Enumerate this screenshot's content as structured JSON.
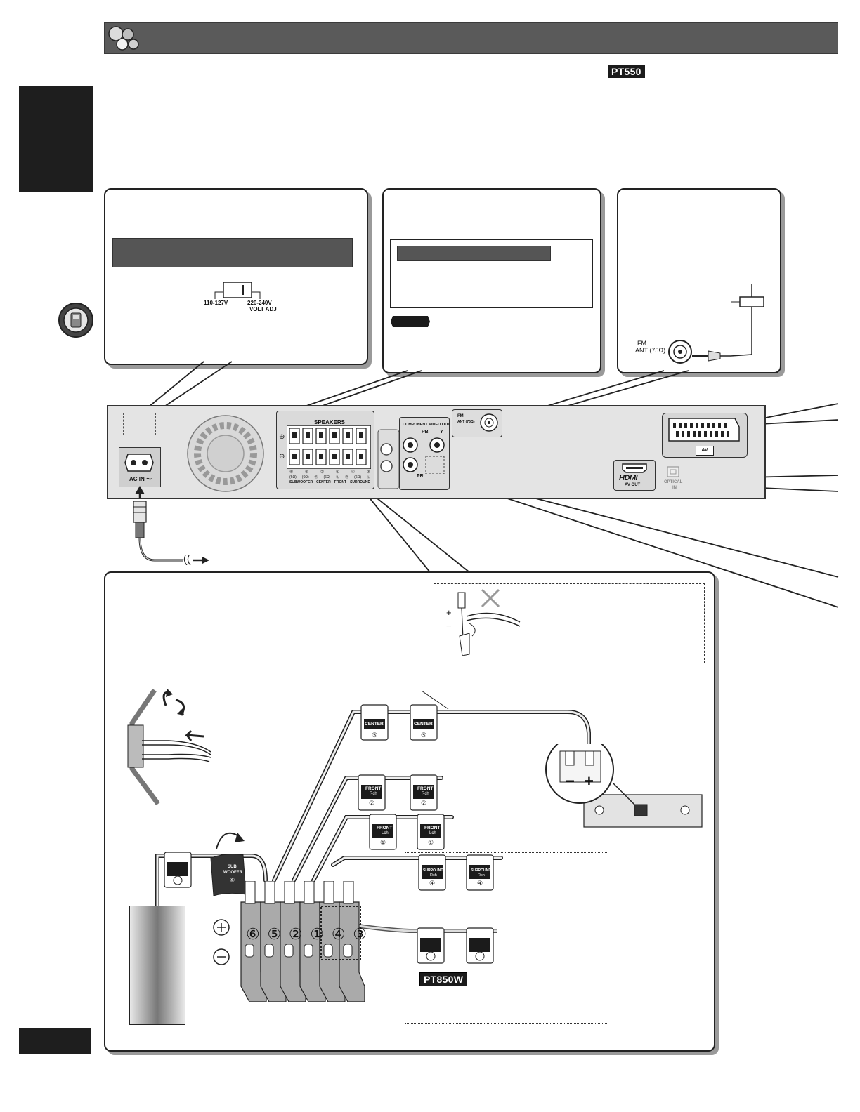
{
  "header": {
    "model_badge": "PT550"
  },
  "voltage_panel": {
    "left_label": "110-127V",
    "right_label": "220-240V",
    "adj_label": "VOLT ADJ"
  },
  "antenna_panel": {
    "fm_label": "FM",
    "ant_label": "ANT (75Ω)"
  },
  "rear_panel": {
    "speakers_title": "SPEAKERS",
    "ac_in": "AC IN ～",
    "fm_ant_1": "FM",
    "fm_ant_2": "ANT (75Ω)",
    "component_title": "COMPONENT VIDEO OUT",
    "pb": "PB",
    "y": "Y",
    "pr": "PR",
    "av": "AV",
    "hdmi": "HDMI",
    "av_out": "AV OUT",
    "optical_1": "OPTICAL",
    "optical_2": "IN",
    "spk_nums": [
      "⑥",
      "⑤",
      "②",
      "①",
      "④",
      "③"
    ],
    "spk_ohms": [
      "(6Ω)",
      "(6Ω)",
      "(6Ω)",
      "",
      "(6Ω)",
      ""
    ],
    "subwoofer": "SUBWOOFER",
    "center": "CENTER",
    "front": "FRONT",
    "surround": "SURROUND",
    "r_l": [
      "Ⓡ",
      "Ⓛ",
      "Ⓡ",
      "Ⓛ"
    ]
  },
  "speaker_panel": {
    "plus": "+",
    "minus": "−",
    "numbers": [
      "⑥",
      "⑤",
      "②",
      "①",
      "④",
      "③"
    ],
    "center_tag": [
      "CENTER",
      "⑤"
    ],
    "front_r_tag": [
      "FRONT",
      "Rch",
      "②"
    ],
    "front_l_tag": [
      "FRONT",
      "Lch",
      "①"
    ],
    "surround_r_tag": [
      "SURROUND",
      "Rch",
      "④"
    ],
    "sub_tag": [
      "SUB",
      "WOOFER",
      "⑥"
    ],
    "model_label": "PT850W",
    "plus_sign": "+",
    "minus_sign": "−"
  }
}
